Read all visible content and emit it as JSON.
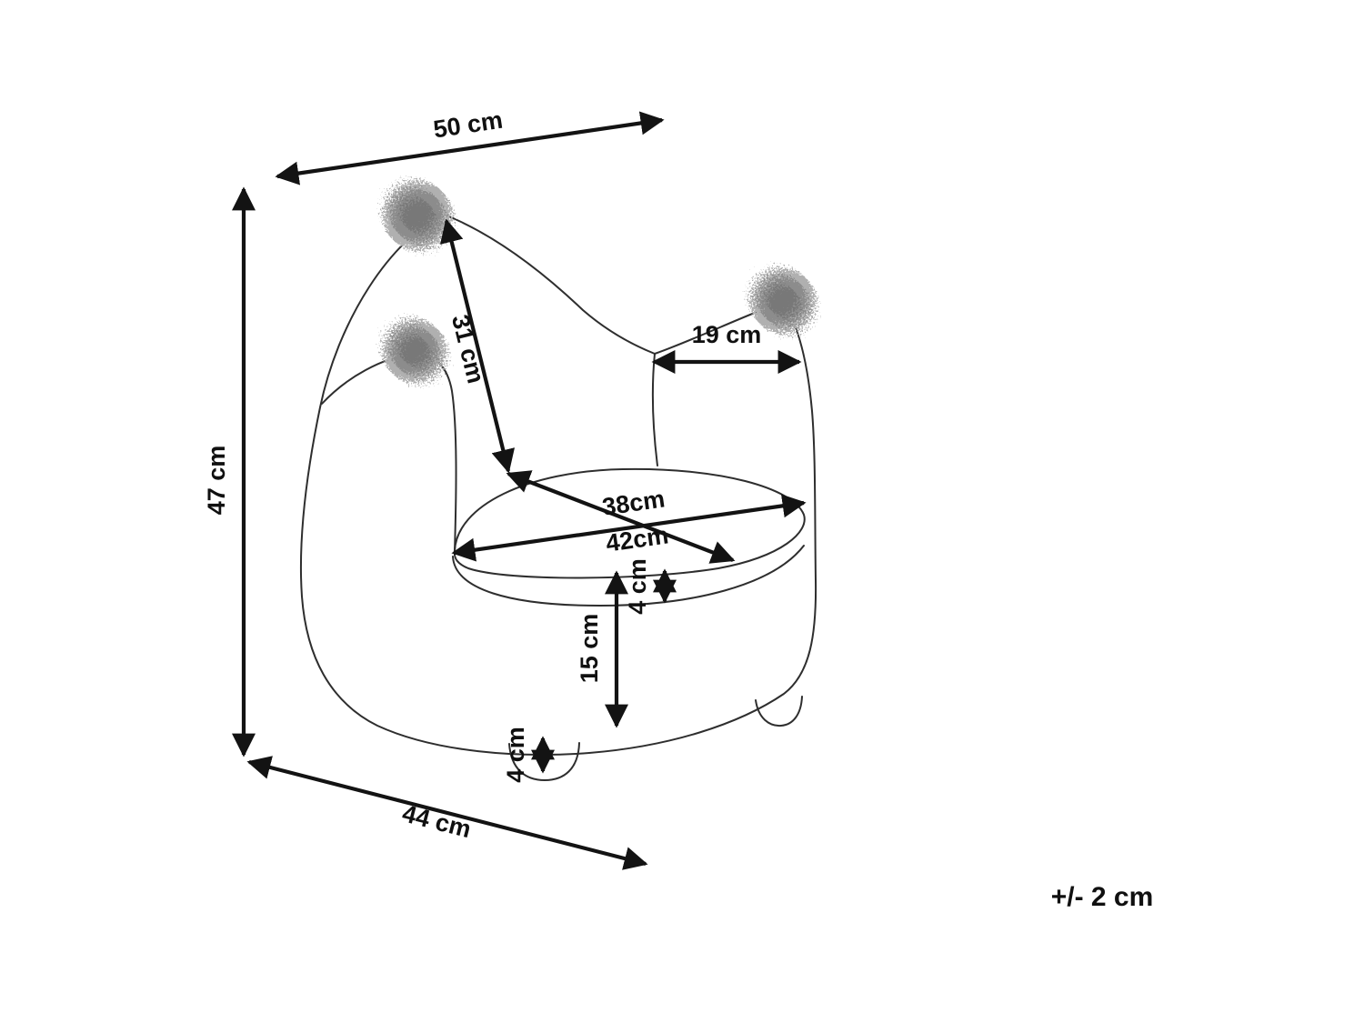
{
  "diagram": {
    "colors": {
      "background": "#ffffff",
      "dimension_line": "#131313",
      "chair_outline": "#2e2e2e",
      "pompom": "#a3a3a3"
    },
    "dimensions": {
      "width_top": "50 cm",
      "height": "47 cm",
      "backrest": "31 cm",
      "armrest": "19 cm",
      "seat_inner": "38cm",
      "seat_outer": "42cm",
      "cushion_thickness": "4 cm",
      "seat_height": "15 cm",
      "leg_height": "4 cm",
      "depth": "44 cm"
    },
    "tolerance_note": "+/- 2 cm"
  }
}
